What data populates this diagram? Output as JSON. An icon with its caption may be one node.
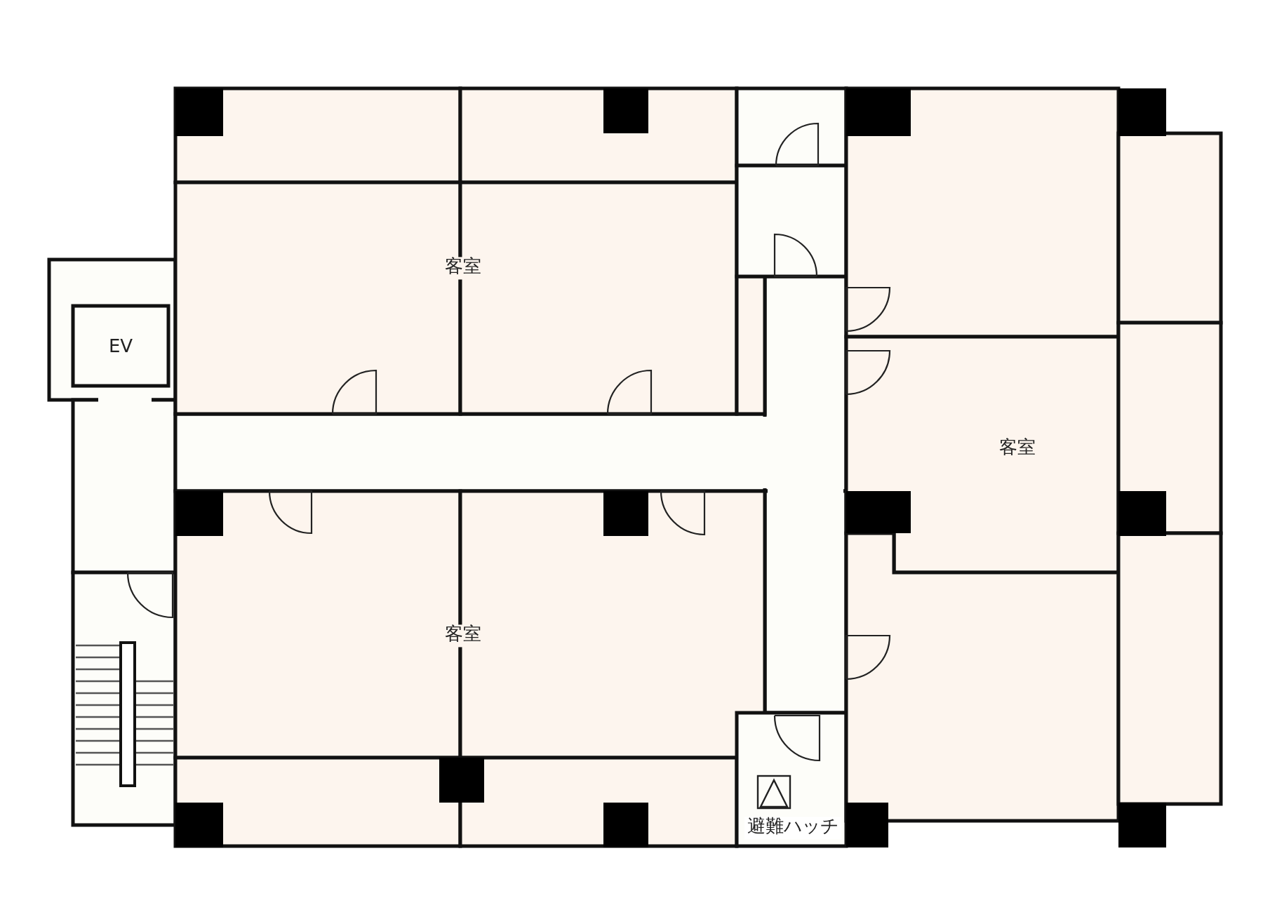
{
  "diagram": {
    "labels": [
      "客室",
      "EV",
      "客室",
      "客室",
      "避難ハッチ"
    ]
  }
}
